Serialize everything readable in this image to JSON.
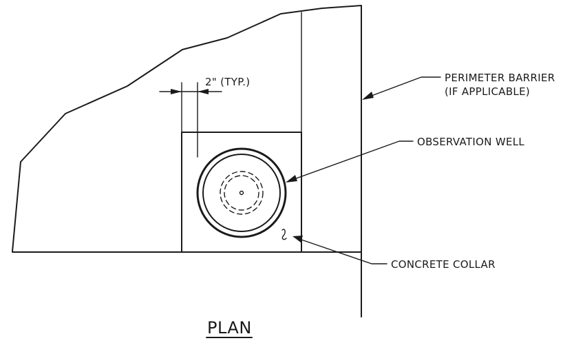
{
  "title": "PLAN",
  "labels": {
    "perimeter_line1": "PERIMETER BARRIER",
    "perimeter_line2": "(IF APPLICABLE)",
    "observation_well": "OBSERVATION WELL",
    "concrete_collar": "CONCRETE COLLAR",
    "dimension": "2\" (TYP.)"
  },
  "colors": {
    "line": "#1a1a1a",
    "background": "#ffffff"
  }
}
